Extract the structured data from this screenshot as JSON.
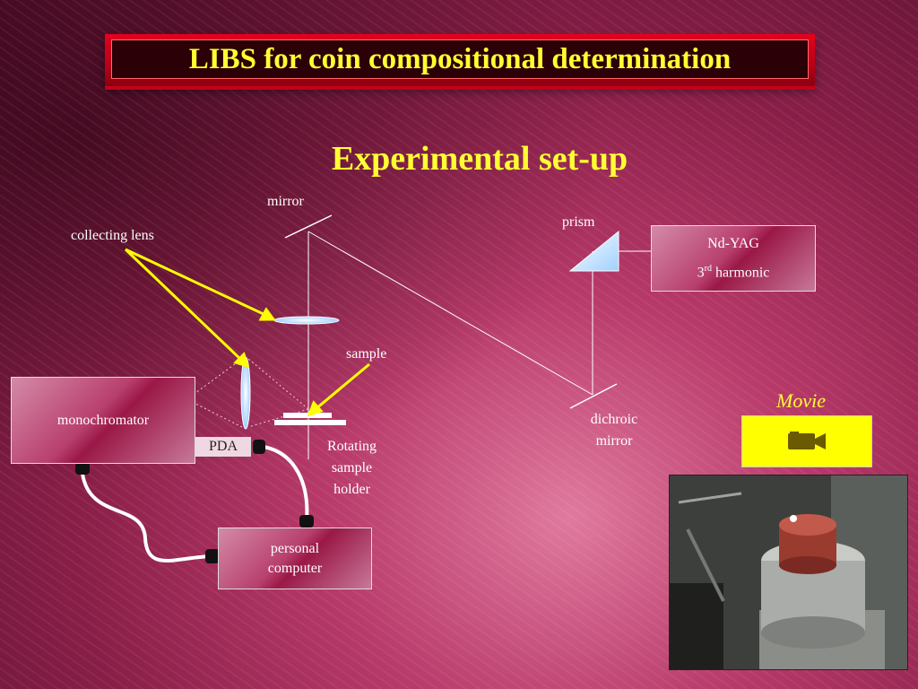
{
  "slide": {
    "title": "LIBS for coin compositional determination",
    "subtitle": "Experimental set-up"
  },
  "labels": {
    "mirror": "mirror",
    "prism": "prism",
    "collecting_lens": "collecting lens",
    "sample": "sample",
    "dichroic_line1": "dichroic",
    "dichroic_line2": "mirror",
    "rotating_line1": "Rotating",
    "rotating_line2": "sample",
    "rotating_line3": "holder",
    "pda": "PDA"
  },
  "boxes": {
    "laser_line1": "Nd-YAG",
    "laser_ordinal": "3",
    "laser_sup": "rd",
    "laser_line2_rest": " harmonic",
    "monochromator": "monochromator",
    "pc_line1": "personal",
    "pc_line2": "computer"
  },
  "movie": {
    "label": "Movie",
    "icon": "video-camera-icon"
  },
  "photo": {
    "description_icon": "lab-photo"
  },
  "colors": {
    "title_text": "#ffff33",
    "title_bar": "#e6001c",
    "arrows": "#ffff00",
    "movie_button": "#ffff00"
  }
}
